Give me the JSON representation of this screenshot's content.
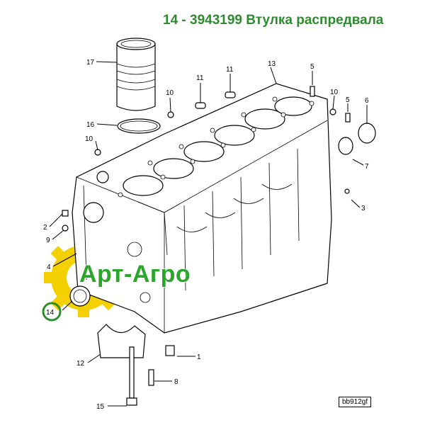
{
  "title": "14 - 3943199 Втулка распредвала",
  "watermark": "Арт-Агро",
  "drawing_code": "bb912gf",
  "colors": {
    "title_green": "#2e8b2e",
    "gear_yellow": "#f5d000",
    "watermark_green": "#2ba62b"
  },
  "callouts": {
    "c1": "1",
    "c2": "2",
    "c3": "3",
    "c4": "4",
    "c5": "5",
    "c5b": "5",
    "c6": "6",
    "c7": "7",
    "c8": "8",
    "c9": "9",
    "c10a": "10",
    "c10b": "10",
    "c10c": "10",
    "c11a": "11",
    "c11b": "11",
    "c12": "12",
    "c13": "13",
    "c14": "14",
    "c15": "15",
    "c16": "16",
    "c17": "17"
  }
}
